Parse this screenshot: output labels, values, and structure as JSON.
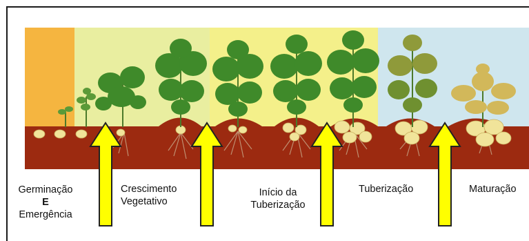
{
  "stages": [
    {
      "id": "germinacao",
      "lines": [
        "Germinação",
        "E",
        "Emergência"
      ]
    },
    {
      "id": "crescimento",
      "lines": [
        "Crescimento",
        "Vegetativo"
      ]
    },
    {
      "id": "inicio",
      "lines": [
        "Início da",
        "Tuberização"
      ]
    },
    {
      "id": "tuberizacao",
      "lines": [
        "Tuberização"
      ]
    },
    {
      "id": "maturacao",
      "lines": [
        "Maturação"
      ]
    }
  ],
  "colors": {
    "stage_germinacao_bg": "#f5b540",
    "stage_vegetativo_bg": "#e9eea0",
    "stage_tuberizacao_bg": "#f4f08a",
    "stage_maturacao_bg": "#cfe6ee",
    "soil": "#9c2a10",
    "arrow": "#ffff00",
    "plant_green": "#3f8a2a",
    "plant_yellow": "#c9b74a",
    "tuber": "#f1e49a"
  }
}
